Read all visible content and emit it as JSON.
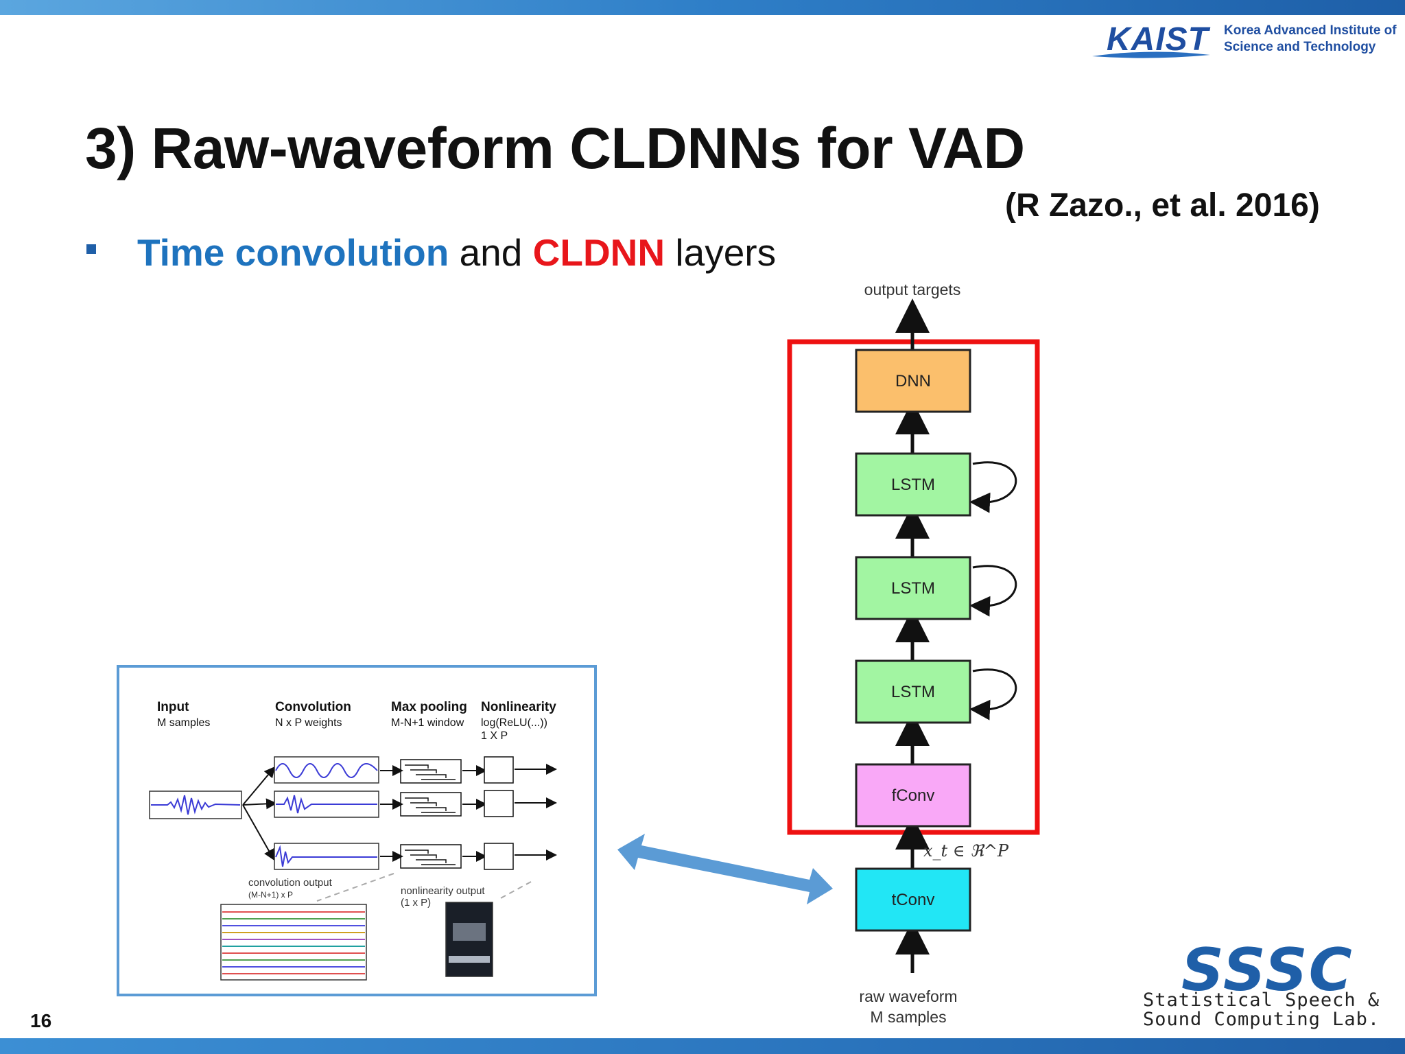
{
  "header": {
    "logo_word": "KAIST",
    "logo_subtitle_1": "Korea Advanced Institute of",
    "logo_subtitle_2": "Science and Technology"
  },
  "title": "3) Raw-waveform CLDNNs for VAD",
  "citation": "(R Zazo., et al. 2016)",
  "bullet": {
    "part1": "Time convolution",
    "part2": " and ",
    "part3": "CLDNN",
    "part4": " layers"
  },
  "page_number": "16",
  "architecture": {
    "top_label": "output targets",
    "blocks": [
      {
        "label": "DNN",
        "color": "#fbbf6c"
      },
      {
        "label": "LSTM",
        "color": "#a2f5a2"
      },
      {
        "label": "LSTM",
        "color": "#a2f5a2"
      },
      {
        "label": "LSTM",
        "color": "#a2f5a2"
      },
      {
        "label": "fConv",
        "color": "#f9a8f7"
      },
      {
        "label": "tConv",
        "color": "#22e6f5"
      }
    ],
    "feature_label": "x_t ∈ ℜ^P",
    "bottom_label_1": "raw waveform",
    "bottom_label_2": "M samples",
    "highlight_color": "#ee1111"
  },
  "inset": {
    "input_title": "Input",
    "input_sub": "M samples",
    "conv_title": "Convolution",
    "conv_sub": "N x P weights",
    "pool_title": "Max pooling",
    "pool_sub": "M-N+1 window",
    "nonlin_title": "Nonlinearity",
    "nonlin_sub": "log(ReLU(...))",
    "nonlin_sub2": "1 X P",
    "conv_output_label": "convolution output",
    "conv_output_dims": "(M-N+1) x P",
    "nonlin_output_label": "nonlinearity output",
    "nonlin_output_dims": "(1 x P)",
    "border_color": "#5b9bd5"
  },
  "footer_logo": {
    "mark": "SSSC",
    "line1": "Statistical Speech &",
    "line2": "Sound Computing Lab."
  },
  "colors": {
    "accent_blue": "#1e73be",
    "accent_red": "#e8161b",
    "double_arrow": "#5b9bd5"
  }
}
